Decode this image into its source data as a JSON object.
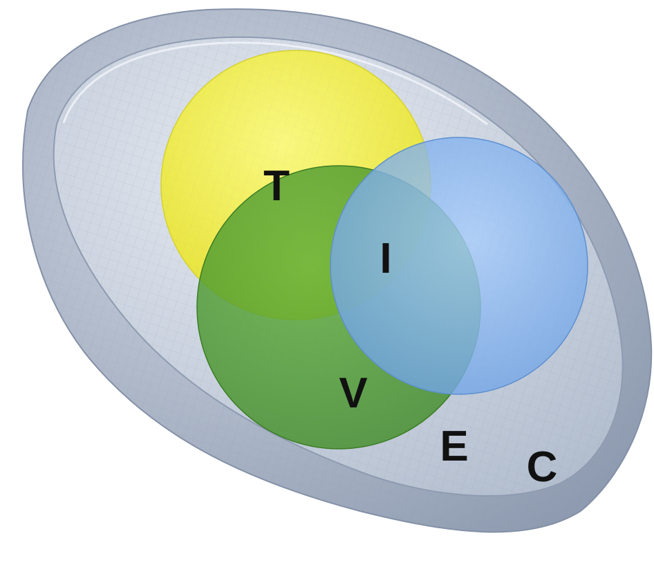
{
  "diagram": {
    "labels": {
      "T": "T",
      "I": "I",
      "V": "V",
      "E": "E",
      "C": "C"
    },
    "colors": {
      "outer_shell": "#9aa7bb",
      "inner_shell": "#c3ccd9",
      "sphere_T": "#f2ef3a",
      "sphere_V": "#4f9b2f",
      "sphere_I": "#79aef0"
    }
  }
}
